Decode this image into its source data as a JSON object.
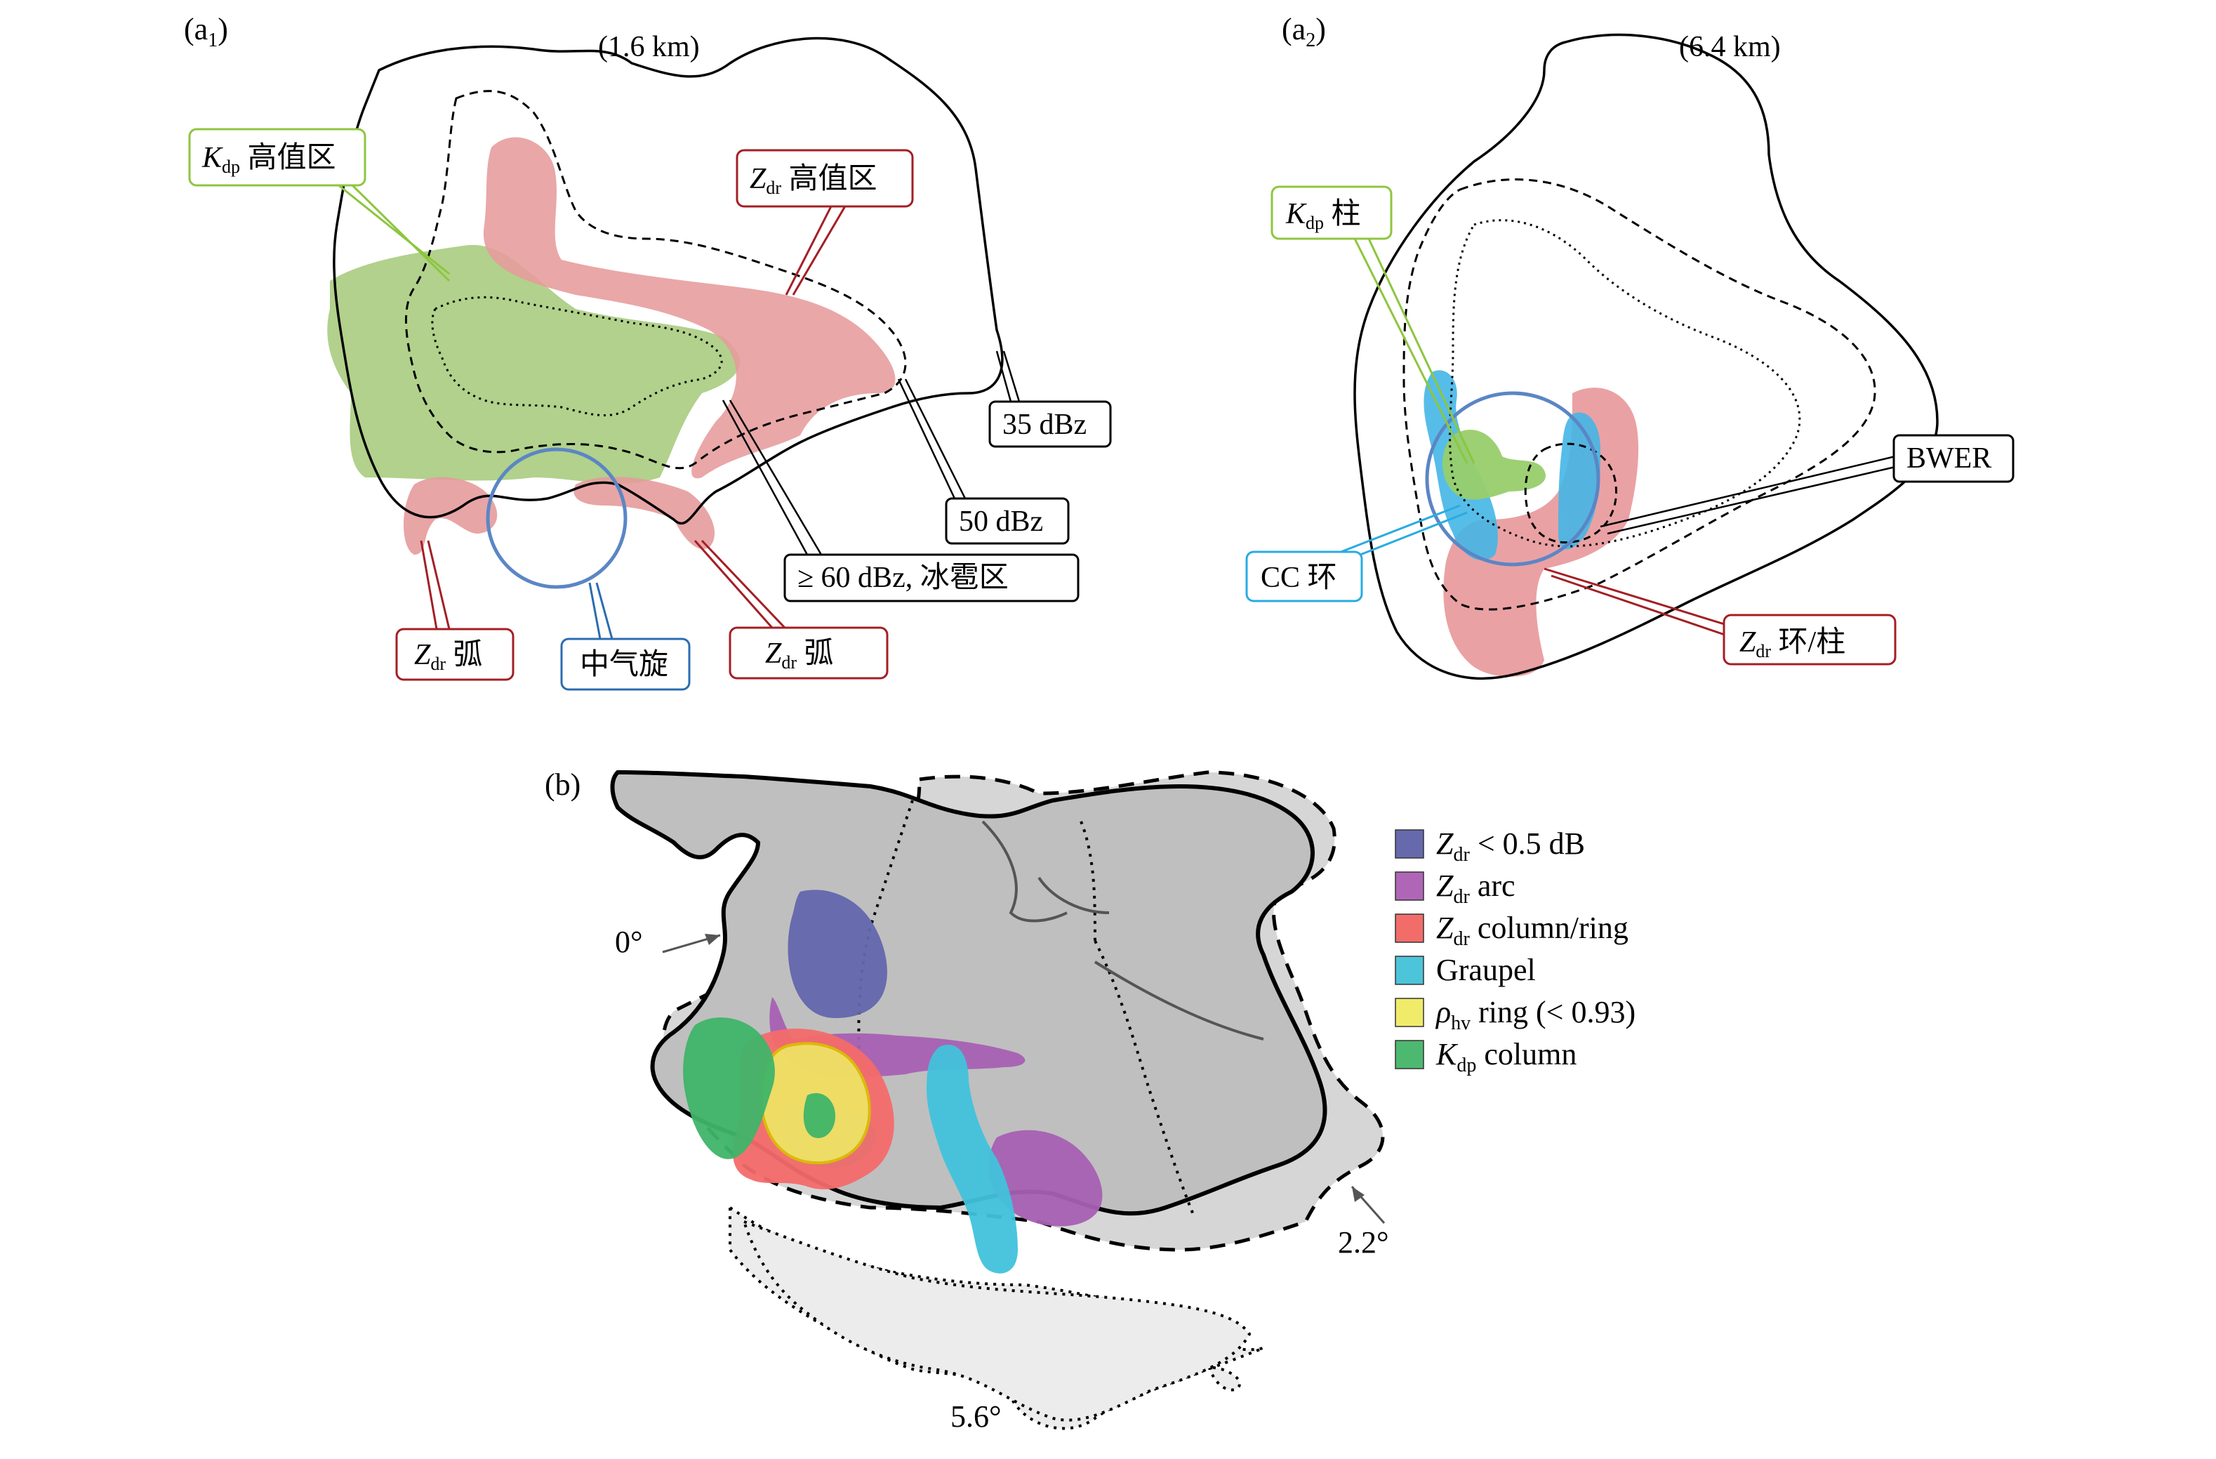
{
  "panel_a1": {
    "label": "(a",
    "label_sub": "1",
    "label_close": ")",
    "height_label": "(1.6 km)",
    "callouts": {
      "kdp_high": {
        "var": "K",
        "sub": "dp",
        "text": " 高值区"
      },
      "zdr_high": {
        "var": "Z",
        "sub": "dr",
        "text": " 高值区"
      },
      "dbz35": "35 dBz",
      "dbz50": "50 dBz",
      "dbz60": "≥ 60 dBz, 冰雹区",
      "zdr_arc_left": {
        "var": "Z",
        "sub": "dr",
        "text": " 弧"
      },
      "mesocyclone": "中气旋",
      "zdr_arc_right": {
        "var": "Z",
        "sub": "dr",
        "text": " 弧"
      }
    }
  },
  "panel_a2": {
    "label": "(a",
    "label_sub": "2",
    "label_close": ")",
    "height_label": "(6.4 km)",
    "callouts": {
      "kdp_column": {
        "var": "K",
        "sub": "dp",
        "text": " 柱"
      },
      "bwer": "BWER",
      "cc_ring": "CC 环",
      "zdr_ring_column": {
        "var": "Z",
        "sub": "dr",
        "text": " 环/柱"
      }
    }
  },
  "panel_b": {
    "label": "(b)",
    "angle_labels": {
      "a0": "0°",
      "a22": "2.2°",
      "a56": "5.6°"
    },
    "legend": [
      {
        "var": "Z",
        "sub": "dr",
        "text": " < 0.5 dB",
        "color": "#6669ac"
      },
      {
        "var": "Z",
        "sub": "dr",
        "text": " arc",
        "color": "#b066b7"
      },
      {
        "var": "Z",
        "sub": "dr",
        "text": " column/ring",
        "color": "#f26d6a"
      },
      {
        "var": "",
        "sub": "",
        "text": "Graupel",
        "color": "#4cc4d9"
      },
      {
        "var": "ρ",
        "sub": "hv",
        "text": " ring (< 0.93)",
        "color": "#f0ec6a"
      },
      {
        "var": "K",
        "sub": "dp",
        "text": " column",
        "color": "#4db870"
      }
    ]
  },
  "colors": {
    "kdp_green": "#9cc76d",
    "zdr_red": "#e8979a",
    "meso_blue": "#4f7fc0",
    "cc_cyan": "#39b3e6",
    "callout_green": "#8dc63f",
    "callout_red": "#a31f24",
    "callout_blue": "#2b6cb0",
    "callout_cyan": "#29abe2"
  }
}
